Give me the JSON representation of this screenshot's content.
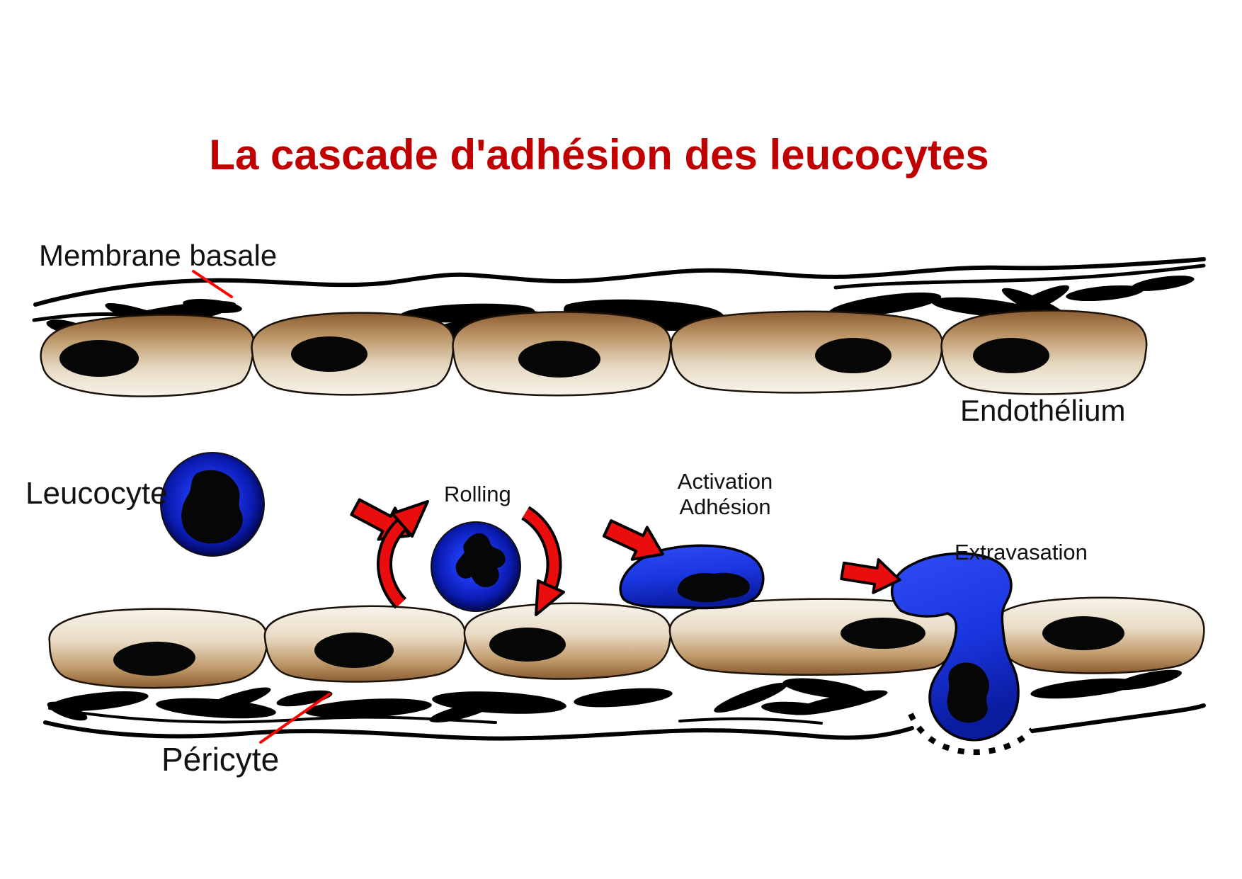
{
  "title": {
    "text": "La cascade d'adhésion des leucocytes"
  },
  "labels": {
    "membrane_basale": "Membrane basale",
    "endothelium": "Endothélium",
    "leucocyte": "Leucocyte",
    "rolling": "Rolling",
    "activation": "Activation",
    "adhesion": "Adhésion",
    "extravasation": "Extravasation",
    "pericyte": "Péricyte"
  },
  "colors": {
    "background": "#FFFFFF",
    "text_black": "#111111",
    "title_red": "#C00000",
    "arrow_red": "#E90D0D",
    "annotation_red": "#FF0000",
    "leucocyte_blue_bright": "#2B49F2",
    "leucocyte_blue_dark": "#00002E",
    "cell_brown": "#8A5C31",
    "cell_cream": "#F7F3EA",
    "nucleus_black": "#060606",
    "membrane_black": "#000000"
  }
}
